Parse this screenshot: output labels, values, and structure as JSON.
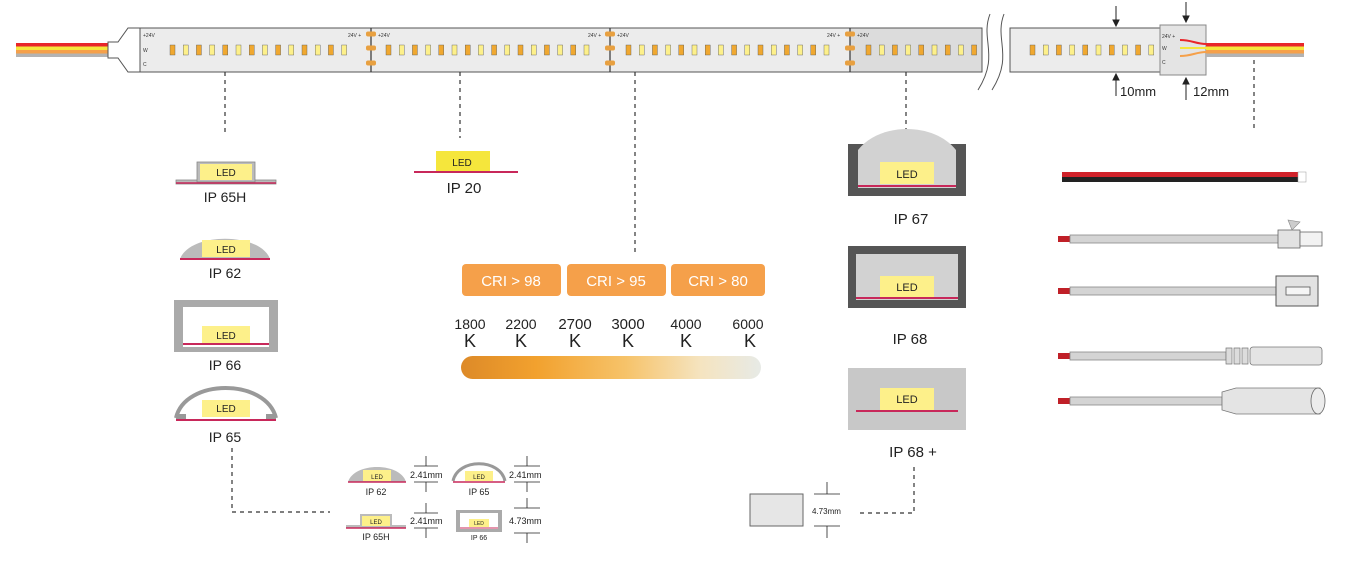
{
  "strip": {
    "segments": [
      {
        "left": "+24V",
        "right": "24V +"
      },
      {
        "left": "+24V",
        "right": "24V +"
      },
      {
        "left": "+24V",
        "right": "24V +"
      },
      {
        "left": "+24V",
        "right": ""
      }
    ],
    "w_label": "W",
    "c_label": "C",
    "end_cap_label": "24V +",
    "dim_10": "10mm",
    "dim_12": "12mm"
  },
  "ip_left": [
    {
      "name": "IP 65H",
      "led": "LED"
    },
    {
      "name": "IP 62",
      "led": "LED"
    },
    {
      "name": "IP 66",
      "led": "LED"
    },
    {
      "name": "IP 65",
      "led": "LED"
    }
  ],
  "ip20": {
    "name": "IP 20",
    "led": "LED"
  },
  "ip_right": [
    {
      "name": "IP 67",
      "led": "LED"
    },
    {
      "name": "IP 68",
      "led": "LED"
    },
    {
      "name": "IP 68 +",
      "led": "LED"
    }
  ],
  "cri": [
    "CRI > 98",
    "CRI > 95",
    "CRI > 80"
  ],
  "cct": [
    {
      "value": "1800",
      "unit": "K"
    },
    {
      "value": "2200",
      "unit": "K"
    },
    {
      "value": "2700",
      "unit": "K"
    },
    {
      "value": "3000",
      "unit": "K"
    },
    {
      "value": "4000",
      "unit": "K"
    },
    {
      "value": "6000",
      "unit": "K"
    }
  ],
  "small_profiles": [
    {
      "name": "IP 62",
      "led": "LED",
      "dim": "2.41mm"
    },
    {
      "name": "IP 65",
      "led": "LED",
      "dim": "2.41mm"
    },
    {
      "name": "IP 65H",
      "led": "LED",
      "dim": "2.41mm"
    },
    {
      "name": "IP 66",
      "led": "LED",
      "dim": "4.73mm"
    }
  ],
  "box_dim": "4.73mm",
  "colors": {
    "red": "#e8262a",
    "yellow": "#f5e63c",
    "orange": "#f5a04a",
    "gray": "#b3b3b3",
    "led_yellow": "#fdf08a",
    "magenta": "#c8285a",
    "amber_led": "#f0a830"
  },
  "connectors": [
    "red-black-wire",
    "jst-male-connector",
    "jst-female-connector",
    "dc-male-plug",
    "dc-female-socket"
  ]
}
